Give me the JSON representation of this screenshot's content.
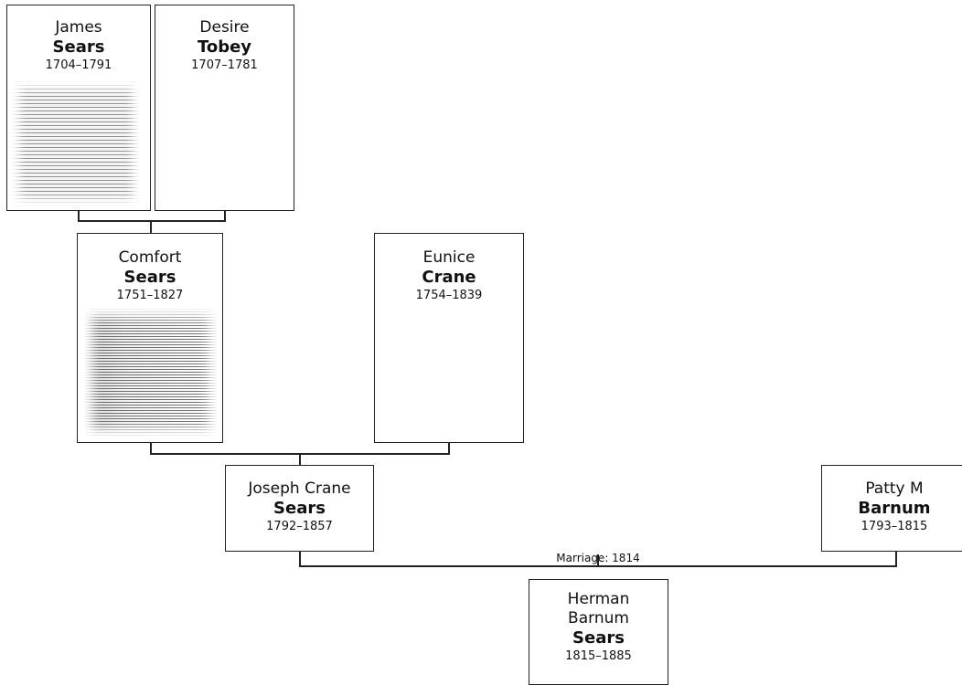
{
  "people": {
    "james": {
      "given": "James",
      "surname": "Sears",
      "dates": "1704–1791"
    },
    "desire": {
      "given": "Desire",
      "surname": "Tobey",
      "dates": "1707–1781"
    },
    "comfort": {
      "given": "Comfort",
      "surname": "Sears",
      "dates": "1751–1827"
    },
    "eunice": {
      "given": "Eunice",
      "surname": "Crane",
      "dates": "1754–1839"
    },
    "joseph": {
      "given": "Joseph Crane",
      "surname": "Sears",
      "dates": "1792–1857"
    },
    "patty": {
      "given": "Patty M",
      "surname": "Barnum",
      "dates": "1793–1815"
    },
    "herman": {
      "given": "Herman",
      "given2": "Barnum",
      "surname": "Sears",
      "dates": "1815–1885"
    }
  },
  "marriage_label": "Marriage: 1814"
}
